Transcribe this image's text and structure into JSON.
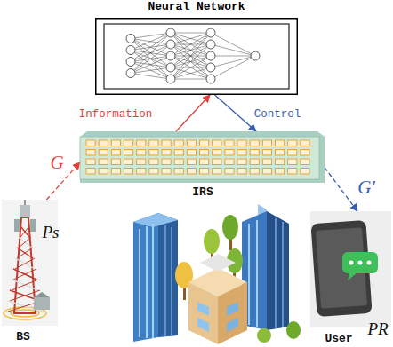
{
  "diagram": {
    "nodes": [
      {
        "text": [
          "Neural Network"
        ]
      },
      {
        "text": [
          "IRS"
        ]
      },
      {
        "text": [
          "BS",
          "Ps"
        ]
      },
      {
        "text": [
          "User",
          "PR"
        ]
      }
    ],
    "edges": [
      {
        "from": 1,
        "to": 0,
        "label": "Information",
        "arrow": "to"
      },
      {
        "from": 0,
        "to": 1,
        "label": "Control",
        "arrow": "to"
      },
      {
        "from": 2,
        "to": 1,
        "label": "G",
        "arrow": "to"
      },
      {
        "from": 1,
        "to": 3,
        "label": "G'",
        "arrow": "to"
      }
    ]
  }
}
